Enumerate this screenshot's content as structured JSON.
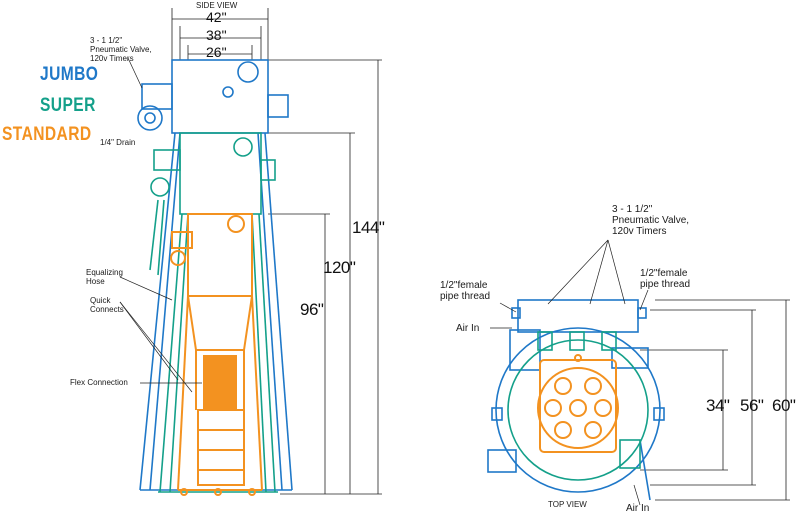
{
  "labels": {
    "side_view": "SIDE VIEW",
    "top_view": "TOP VIEW",
    "valve_side": "3 - 1 1/2\"\nPneumatic Valve,\n120v Timers",
    "drain": "1/4\" Drain",
    "equalizing_hose": "Equalizing\nHose",
    "quick_connects": "Quick\nConnects",
    "flex_connection": "Flex Connection",
    "valve_top": "3 - 1 1/2\"\nPneumatic Valve,\n120v Timers",
    "pipe_left": "1/2\"female\npipe thread",
    "pipe_right": "1/2\"female\npipe thread",
    "air_in_left": "Air In",
    "air_in_bottom": "Air In"
  },
  "legend": [
    {
      "name": "JUMBO",
      "color": "#1f78c8"
    },
    {
      "name": "SUPER",
      "color": "#14a08a"
    },
    {
      "name": "STANDARD",
      "color": "#f39220"
    }
  ],
  "dimensions": {
    "side_widths": [
      "42\"",
      "38\"",
      "26\""
    ],
    "side_heights": [
      "144\"",
      "120\"",
      "96\""
    ],
    "top_dims": [
      "34\"",
      "56\"",
      "60\""
    ]
  },
  "colors": {
    "jumbo": "#1f78c8",
    "super": "#14a08a",
    "standard": "#f39220",
    "line": "#222222"
  }
}
